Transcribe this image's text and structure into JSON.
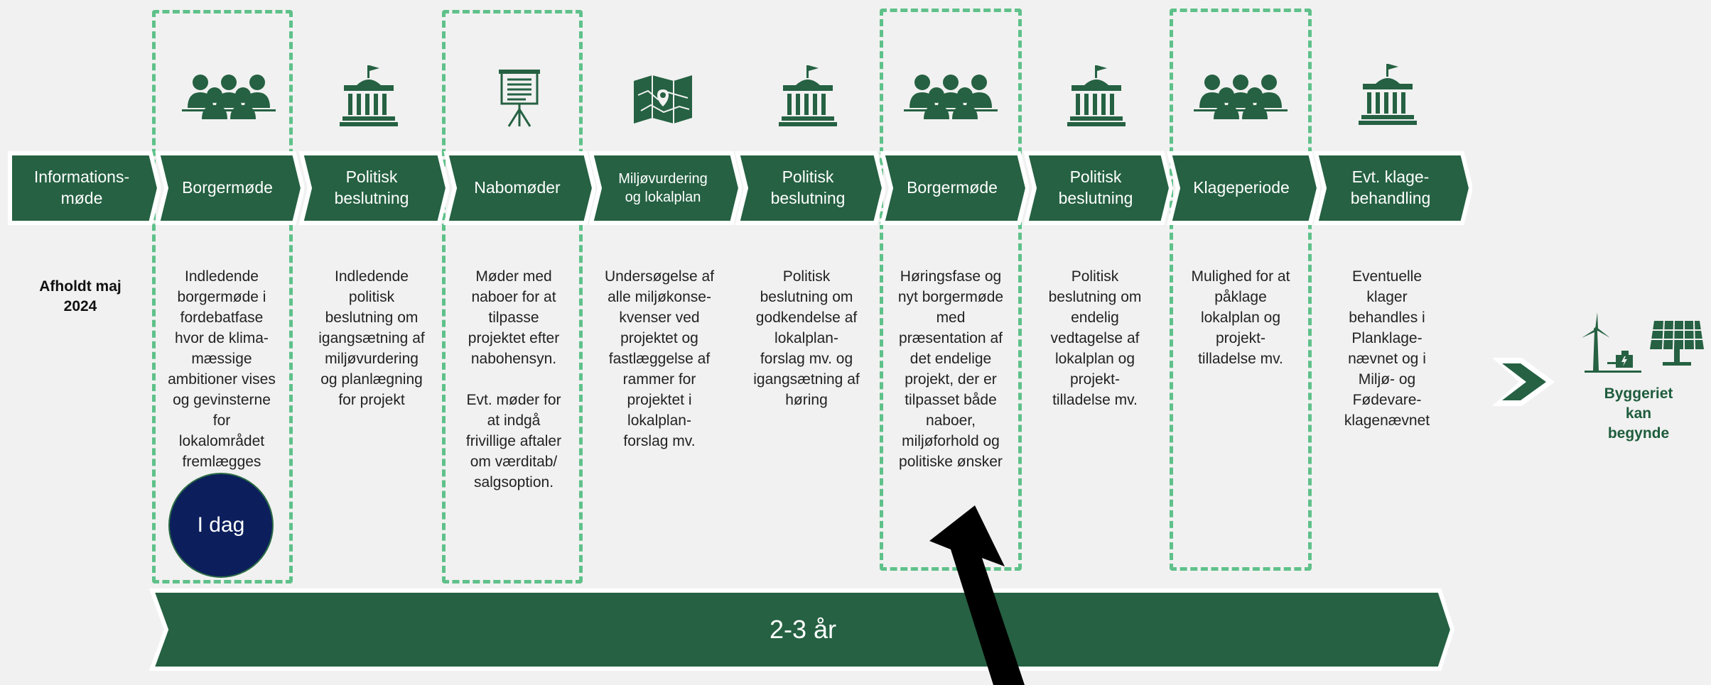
{
  "first_note": "Afholdt maj\n2024",
  "steps": [
    {
      "label": "Informations-\nmøde",
      "description": ""
    },
    {
      "label": "Borgermøde",
      "description": "Indledende\nborgermøde i\nfordebatfase\nhvor de klima-\nmæssige\nambitioner vises\nog gevinsterne\nfor\nlokalområdet\nfremlægges"
    },
    {
      "label": "Politisk\nbeslutning",
      "description": "Indledende\npolitisk\nbeslutning om\nigangsætning af\nmiljøvurdering\nog planlægning\nfor projekt"
    },
    {
      "label": "Nabomøder",
      "description": "Møder med\nnaboer for at\ntilpasse\nprojektet efter\nnabohensyn.\n\nEvt. møder for\nat indgå\nfrivillige aftaler\nom værditab/\nsalgsoption."
    },
    {
      "label": "Miljøvurdering\nog lokalplan",
      "description": "Undersøgelse af\nalle miljøkonse-\nkvenser ved\nprojektet og\nfastlæggelse af\nrammer for\nprojektet i\nlokalplan-\nforslag mv."
    },
    {
      "label": "Politisk\nbeslutning",
      "description": "Politisk\nbeslutning om\ngodkendelse af\nlokalplan-\nforslag mv. og\nigangsætning af\nhøring"
    },
    {
      "label": "Borgermøde",
      "description": "Høringsfase og\nnyt borgermøde\nmed\npræsentation af\ndet endelige\nprojekt, der er\ntilpasset både\nnaboer,\nmiljøforhold og\npolitiske ønsker"
    },
    {
      "label": "Politisk\nbeslutning",
      "description": "Politisk\nbeslutning om\nendelig\nvedtagelse af\nlokalplan og\nprojekt-\ntilladelse mv."
    },
    {
      "label": "Klageperiode",
      "description": "Mulighed for at\npåklage\nlokalplan og\nprojekt-\ntilladelse mv."
    },
    {
      "label": "Evt. klage-\nbehandling",
      "description": "Eventuelle\nklager\nbehandles i\nPlanklage-\nnævnet og i\nMiljø- og\nFødevare-\nklagenævnet"
    }
  ],
  "today_marker": "I dag",
  "duration_label": "2-3 år",
  "final_label": "Byggeriet kan\nbegynde",
  "icons": [
    "people-icon",
    "government-building-icon",
    "presentation-board-icon",
    "map-icon",
    "government-building-icon",
    "people-icon",
    "government-building-icon",
    "people-icon",
    "government-building-icon",
    "wind-turbine-icon",
    "solar-panel-icon"
  ],
  "colors": {
    "dark_green": "#256142",
    "dashed_green": "#5fc18a",
    "today_blue": "#0c1f5c",
    "background": "#f1f1f1",
    "arrow": "#000000"
  }
}
